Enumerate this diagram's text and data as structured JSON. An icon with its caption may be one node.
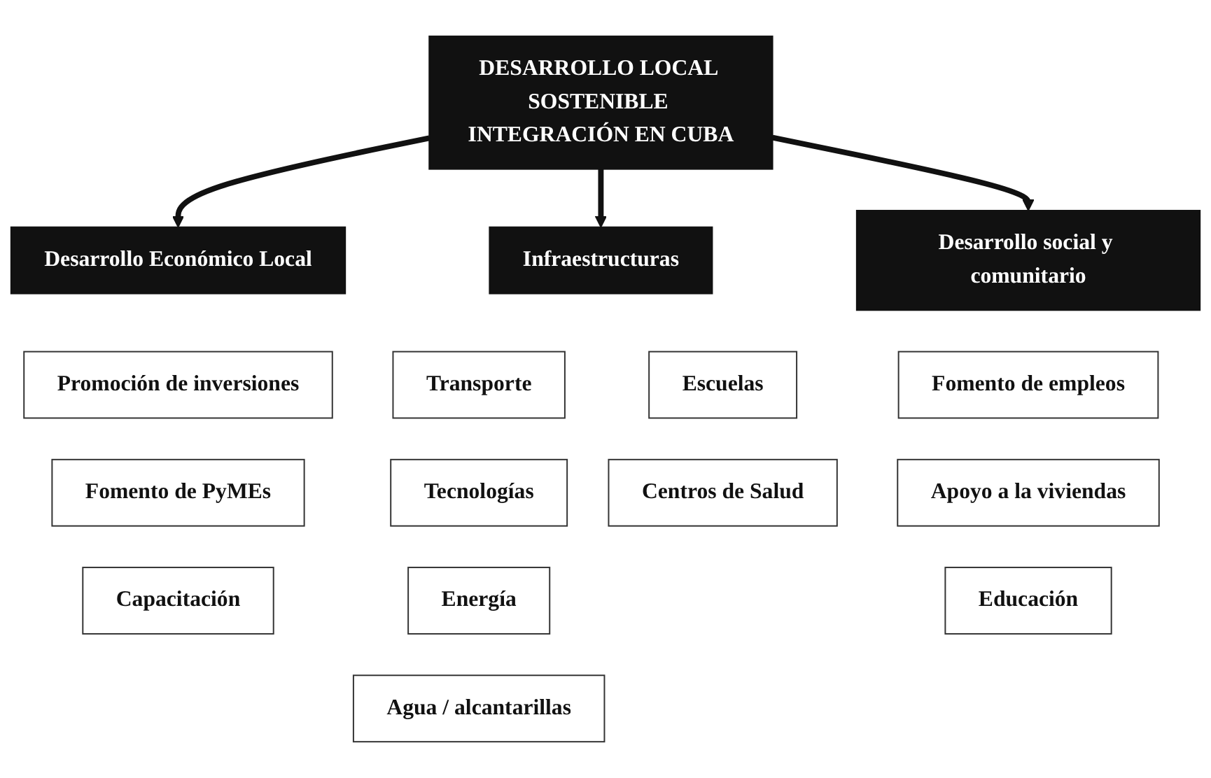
{
  "diagram": {
    "nodes": [
      {
        "text": [
          "DESARROLLO LOCAL SOSTENIBLE INTEGRACIÓN EN CUBA"
        ]
      },
      {
        "text": [
          "Desarrollo Económico Local"
        ]
      },
      {
        "text": [
          "Infraestructuras"
        ]
      },
      {
        "text": [
          "Desarrollo social y comunitario"
        ]
      },
      {
        "text": [
          "Promoción de inversiones"
        ]
      },
      {
        "text": [
          "Fomento de PyMEs"
        ]
      },
      {
        "text": [
          "Capacitación"
        ]
      },
      {
        "text": [
          "Transporte"
        ]
      },
      {
        "text": [
          "Escuelas"
        ]
      },
      {
        "text": [
          "Tecnologías"
        ]
      },
      {
        "text": [
          "Centros de Salud"
        ]
      },
      {
        "text": [
          "Energía"
        ]
      },
      {
        "text": [
          "Agua / alcantarillas"
        ]
      },
      {
        "text": [
          "Fomento de empleos"
        ]
      },
      {
        "text": [
          "Apoyo a la viviendas"
        ]
      },
      {
        "text": [
          "Educación"
        ]
      }
    ],
    "edges": [
      {
        "from": 0,
        "to": 1,
        "arrow": "to"
      },
      {
        "from": 0,
        "to": 2,
        "arrow": "to"
      },
      {
        "from": 0,
        "to": 3,
        "arrow": "to"
      }
    ]
  }
}
